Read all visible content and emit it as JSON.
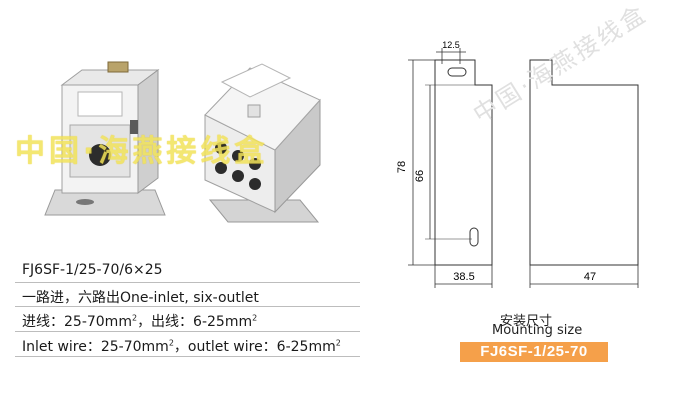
{
  "watermark_text": "中国·海燕接线盒",
  "spec": {
    "model": "FJ6SF-1/25-70/6×25",
    "desc_cn": "一路进，六路出",
    "desc_en": "One-inlet, six-outlet",
    "line3_a": "进线：25-70mm",
    "line3_sup1": "2",
    "line3_b": "，出线：6-25mm",
    "line3_sup2": "2",
    "line4_a": "Inlet wire：25-70mm",
    "line4_sup1": "2",
    "line4_b": "，outlet wire：6-25mm",
    "line4_sup2": "2"
  },
  "drawing": {
    "dim_top": "12.5",
    "dim_height_outer": "78",
    "dim_height_inner": "66",
    "dim_width_front": "38.5",
    "dim_width_side": "47"
  },
  "caption": {
    "cn": "安装尺寸",
    "en": "Mounting size",
    "model_tag": "FJ6SF-1/25-70"
  },
  "colors": {
    "model_tag_bg": "#f5a04a",
    "watermark": "#f2e35a"
  }
}
